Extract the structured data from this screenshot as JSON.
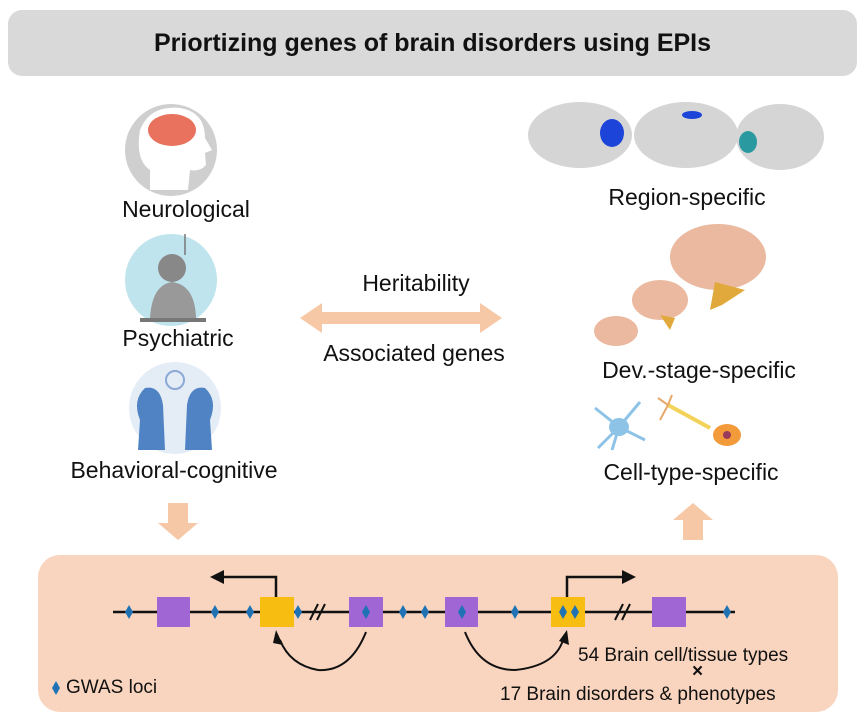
{
  "title": "Priortizing genes of brain disorders using EPIs",
  "left": {
    "categories": [
      {
        "label": "Neurological",
        "icon": "brain-head-icon"
      },
      {
        "label": "Psychiatric",
        "icon": "sad-figure-icon"
      },
      {
        "label": "Behavioral-cognitive",
        "icon": "two-heads-icon"
      }
    ]
  },
  "center": {
    "top": "Heritability",
    "bottom": "Associated genes"
  },
  "right": {
    "items": [
      {
        "label": "Region-specific",
        "icon": "cortex-maps-icon"
      },
      {
        "label": "Dev.-stage-specific",
        "icon": "brain-growth-icon"
      },
      {
        "label": "Cell-type-specific",
        "icon": "neurons-icon"
      }
    ]
  },
  "bottom": {
    "legend": "GWAS loci",
    "line1": "54 Brain cell/tissue types",
    "times": "×",
    "line2": "17 Brain disorders & phenotypes"
  },
  "colors": {
    "peach": "#f6c8a6",
    "box": "#f9d5bf",
    "purple": "#a066d3",
    "yellow": "#f7bd10",
    "diamond": "#1f73b5"
  }
}
